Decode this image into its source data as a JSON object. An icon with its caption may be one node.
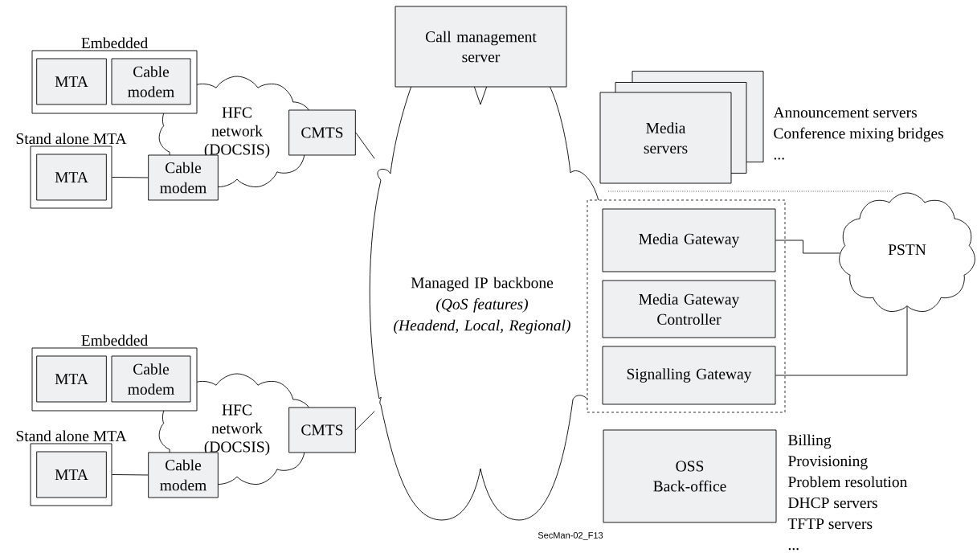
{
  "diagram": {
    "nodes": [
      {
        "text": [
          "Embedded"
        ]
      },
      {
        "text": [
          "MTA"
        ],
        "in": 0
      },
      {
        "text": [
          "Cable modem"
        ],
        "in": 0
      },
      {
        "text": [
          "Stand alone MTA"
        ]
      },
      {
        "text": [
          "MTA"
        ],
        "in": 3
      },
      {
        "text": [
          "HFC network (DOCSIS)"
        ]
      },
      {
        "text": [
          "Cable modem"
        ]
      },
      {
        "text": [
          "CMTS"
        ]
      },
      {
        "text": [
          "Managed IP backbone",
          "(QoS features)",
          "(Headend, Local, Regional)"
        ]
      },
      {
        "text": [
          "Call management server"
        ]
      },
      {
        "text": [
          "Media servers"
        ],
        "beside": [
          "Announcement servers",
          "Conference mixing bridges",
          "..."
        ]
      },
      {
        "text": [],
        "shape": "box"
      },
      {
        "text": [
          "Media Gateway"
        ],
        "in": 11
      },
      {
        "text": [
          "Media Gateway Controller"
        ],
        "in": 11
      },
      {
        "text": [
          "Signalling Gateway"
        ],
        "in": 11
      },
      {
        "text": [
          "PSTN"
        ]
      },
      {
        "text": [
          "OSS Back-office"
        ],
        "beside": [
          "Billing",
          "Provisioning",
          "Problem resolution",
          "DHCP servers",
          "TFTP servers",
          "..."
        ]
      },
      {
        "text": [
          "Embedded"
        ]
      },
      {
        "text": [
          "MTA"
        ],
        "in": 17
      },
      {
        "text": [
          "Cable modem"
        ],
        "in": 17
      },
      {
        "text": [
          "Stand alone MTA"
        ]
      },
      {
        "text": [
          "MTA"
        ],
        "in": 20
      },
      {
        "text": [
          "HFC network (DOCSIS)"
        ]
      },
      {
        "text": [
          "Cable modem"
        ]
      },
      {
        "text": [
          "CMTS"
        ]
      }
    ],
    "edges": [
      {
        "from": 3,
        "to": 6,
        "arrow": "none"
      },
      {
        "from": 7,
        "to": 8,
        "arrow": "none"
      },
      {
        "from": 12,
        "to": 15,
        "arrow": "none"
      },
      {
        "from": 14,
        "to": 15,
        "arrow": "none"
      },
      {
        "from": 20,
        "to": 23,
        "arrow": "none"
      },
      {
        "from": 24,
        "to": 8,
        "arrow": "none"
      }
    ],
    "labels": [
      "SecMan-02_F13"
    ]
  }
}
